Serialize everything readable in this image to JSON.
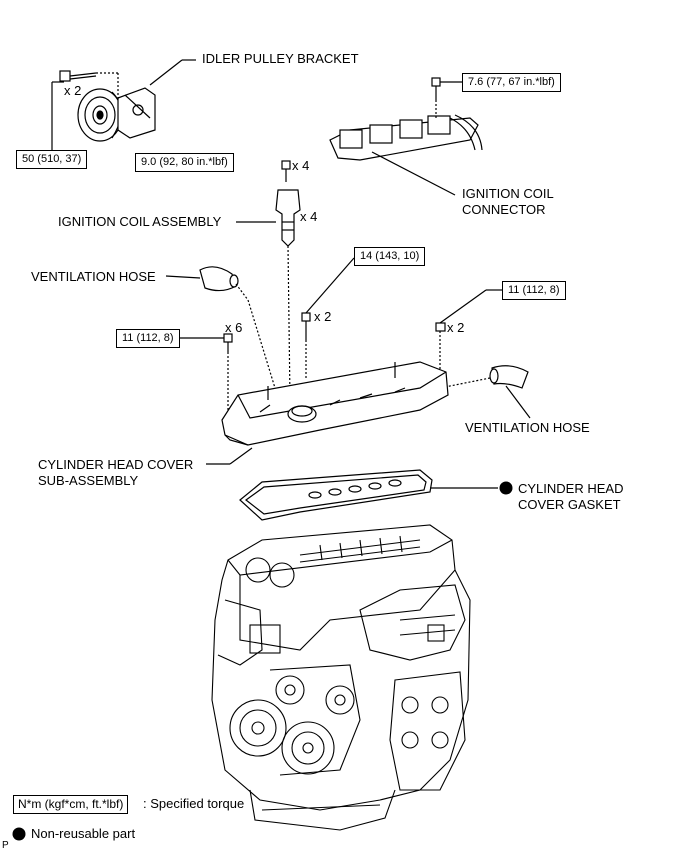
{
  "labels": {
    "idler_pulley_bracket": "IDLER PULLEY BRACKET",
    "ignition_coil_connector_1": "IGNITION COIL",
    "ignition_coil_connector_2": "CONNECTOR",
    "ignition_coil_assembly": "IGNITION COIL ASSEMBLY",
    "ventilation_hose_left": "VENTILATION HOSE",
    "ventilation_hose_right": "VENTILATION HOSE",
    "cylinder_head_cover_1": "CYLINDER HEAD COVER",
    "cylinder_head_cover_2": "SUB-ASSEMBLY",
    "gasket_1": "CYLINDER HEAD",
    "gasket_2": "COVER GASKET"
  },
  "torques": {
    "idler_bolt": "50 (510, 37)",
    "connector_bolt": "7.6 (77, 67 in.*lbf)",
    "coil_bolt": "9.0 (92, 80 in.*lbf)",
    "stud_14": "14 (143, 10)",
    "bolt_11_right": "11 (112, 8)",
    "bolt_11_left": "11 (112, 8)"
  },
  "quantities": {
    "idler_bolt": "x 2",
    "coil_bolt": "x 4",
    "coil_assembly": "x 4",
    "stud": "x 2",
    "nut_right": "x 2",
    "bolt_left": "x 6"
  },
  "legend": {
    "torque_box": "N*m (kgf*cm, ft.*lbf)",
    "torque_text": ": Specified torque",
    "nonreusable_text": "Non-reusable part"
  },
  "corner_mark": "P",
  "colors": {
    "ink": "#000000",
    "background": "#ffffff"
  }
}
